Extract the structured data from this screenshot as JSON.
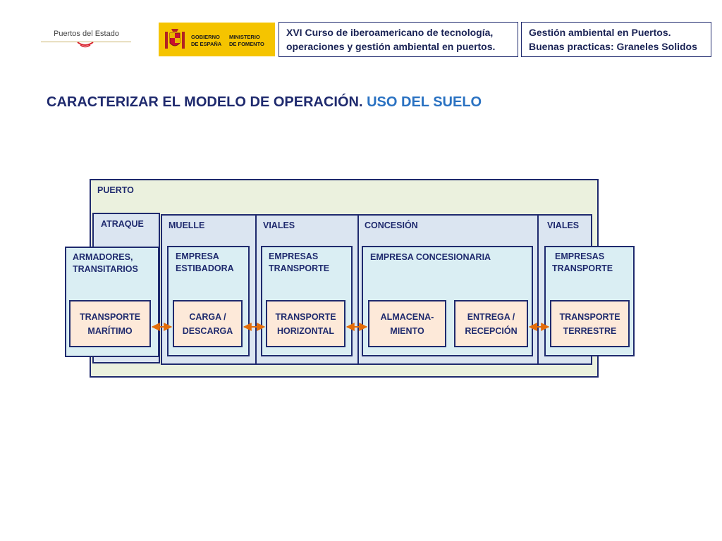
{
  "header": {
    "logo_puertos": "Puertos del Estado",
    "gov_line1": "GOBIERNO",
    "gov_line2": "DE ESPAÑA",
    "min_line1": "MINISTERIO",
    "min_line2": "DE FOMENTO",
    "box1_line1": "XVI Curso de iberoamericano de tecnología,",
    "box1_line2": "operaciones y gestión ambiental en puertos.",
    "box2_line1": "Gestión ambiental en Puertos.",
    "box2_line2": "Buenas practicas: Graneles Solidos"
  },
  "title": {
    "main": "CARACTERIZAR EL MODELO DE OPERACIÓN.",
    "sub": "USO DEL SUELO"
  },
  "diagram": {
    "puerto": "PUERTO",
    "zones": {
      "atraque": "ATRAQUE",
      "muelle": "MUELLE",
      "viales1": "VIALES",
      "concesion": "CONCESIÓN",
      "viales2": "VIALES"
    },
    "entities": {
      "armadores_l1": "ARMADORES,",
      "armadores_l2": "TRANSITARIOS",
      "estibadora_l1": "EMPRESA",
      "estibadora_l2": "ESTIBADORA",
      "transporte1_l1": "EMPRESAS",
      "transporte1_l2": "TRANSPORTE",
      "concesionaria": "EMPRESA CONCESIONARIA",
      "transporte2_l1": "EMPRESAS",
      "transporte2_l2": "TRANSPORTE"
    },
    "operations": {
      "maritimo_l1": "TRANSPORTE",
      "maritimo_l2": "MARÍTIMO",
      "carga_l1": "CARGA /",
      "carga_l2": "DESCARGA",
      "horizontal_l1": "TRANSPORTE",
      "horizontal_l2": "HORIZONTAL",
      "almacen_l1": "ALMACENA-",
      "almacen_l2": "MIENTO",
      "entrega_l1": "ENTREGA /",
      "entrega_l2": "RECEPCIÓN",
      "terrestre_l1": "TRANSPORTE",
      "terrestre_l2": "TERRESTRE"
    },
    "colors": {
      "border": "#1f2a6e",
      "puerto_fill": "#ebf1de",
      "zone_fill": "#dbe5f1",
      "entity_fill": "#daeef3",
      "operation_fill": "#fde9d9",
      "arrow": "#e36c09"
    }
  }
}
